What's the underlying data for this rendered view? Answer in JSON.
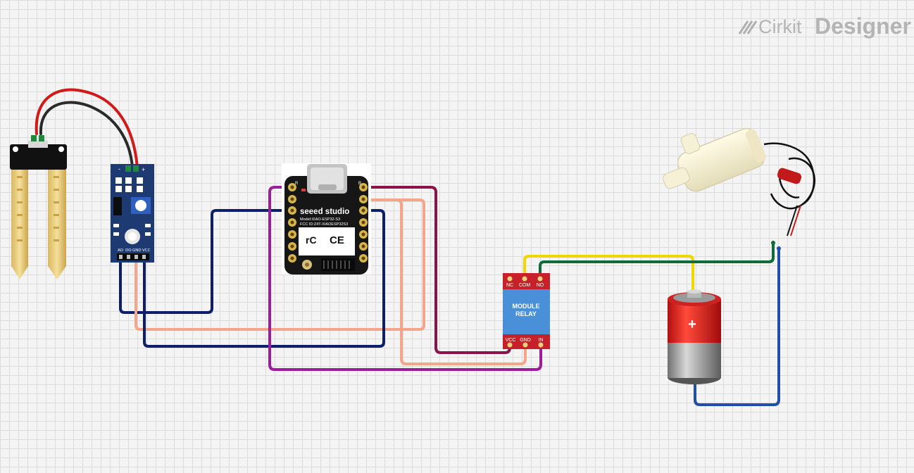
{
  "brand": {
    "name_part1": "Cirkit",
    "name_part2": "Designer"
  },
  "moisture_module": {
    "pins": [
      "AO",
      "DO",
      "GND",
      "VCC"
    ],
    "polarity_minus": "-",
    "polarity_plus": "+"
  },
  "xiao": {
    "brand": "seeed studio",
    "model": "Model:XIAO-ESP32-S3",
    "fcc": "FCC ID:Z4T-XIAOESP32S3",
    "ce": "CE",
    "corner_r": "R",
    "corner_b": "B"
  },
  "relay": {
    "title_line1": "MODULE",
    "title_line2": "RELAY",
    "top_pins": [
      "NC",
      "COM",
      "NO"
    ],
    "bottom_pins": [
      "VCC",
      "GND",
      "IN"
    ]
  },
  "battery": {
    "symbol": "+"
  },
  "colors": {
    "wire_navy": "#0d1f6b",
    "wire_salmon": "#f4a58a",
    "wire_purple": "#9b1f9b",
    "wire_maroon": "#8b1346",
    "wire_yellow": "#f2d600",
    "wire_green": "#0e6b3a",
    "wire_blue": "#1f4fa8",
    "relay_red": "#c8202a",
    "relay_blue": "#4a90d9"
  }
}
